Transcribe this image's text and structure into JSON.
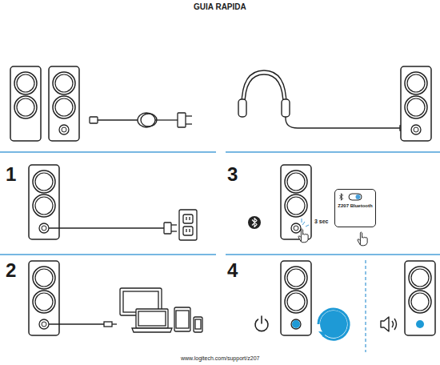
{
  "diagram": {
    "title": "GUIA RAPIDA",
    "nodes": [
      {
        "text": [
          "Z207 Bluetooth"
        ]
      }
    ],
    "labels": [
      "1",
      "2",
      "3",
      "4",
      "3 sec"
    ],
    "caption": "www.logitech.com/support/z207"
  }
}
